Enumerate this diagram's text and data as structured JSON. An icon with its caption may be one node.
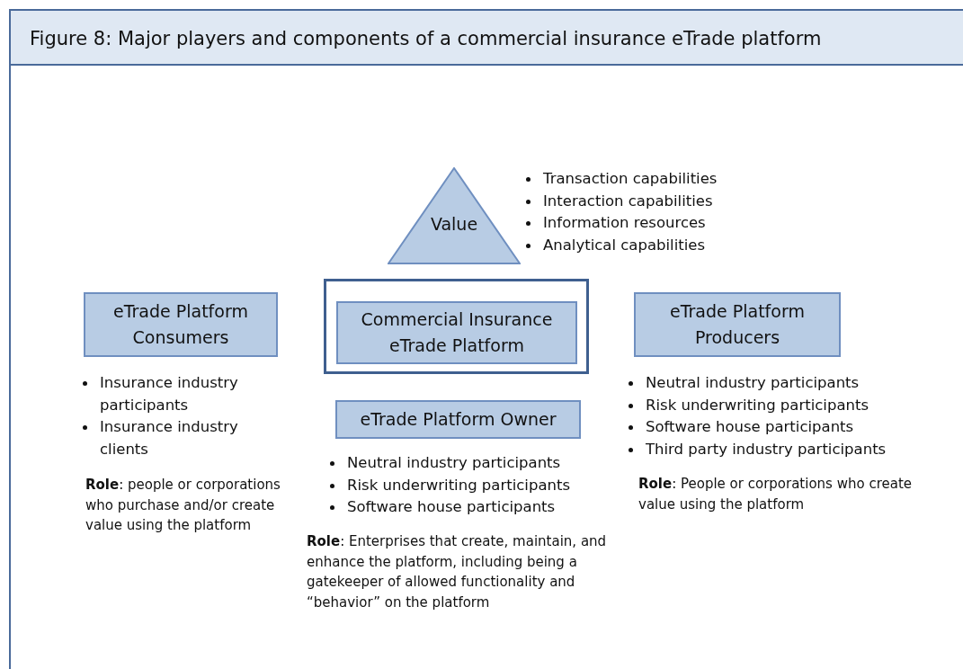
{
  "diagram": {
    "title": "Figure 8: Major players and components of a commercial insurance eTrade platform",
    "nodes": [
      {
        "text": [
          "Value"
        ],
        "beside": [
          "Transaction capabilities",
          "Interaction capabilities",
          "Information resources",
          "Analytical capabilities"
        ]
      },
      {
        "text": [
          "eTrade Platform Consumers"
        ],
        "beside": [
          "Insurance industry participants",
          "Insurance industry clients",
          "**Role**: people or corporations who purchase and/or create value using the platform"
        ]
      },
      {
        "text": [],
        "shape": "box"
      },
      {
        "text": [
          "Commercial Insurance eTrade Platform"
        ],
        "in": 2
      },
      {
        "text": [
          "eTrade Platform Producers"
        ],
        "beside": [
          "Neutral industry participants",
          "Risk underwriting participants",
          "Software house participants",
          "Third party industry participants",
          "**Role**: People or corporations who create value using the platform"
        ]
      },
      {
        "text": [
          "eTrade Platform Owner"
        ],
        "beside": [
          "Neutral industry participants",
          "Risk underwriting participants",
          "Software house participants",
          "**Role**: Enterprises that create, maintain, and enhance the platform, including being a gatekeeper of allowed functionality and “behavior” on the platform"
        ]
      }
    ]
  }
}
